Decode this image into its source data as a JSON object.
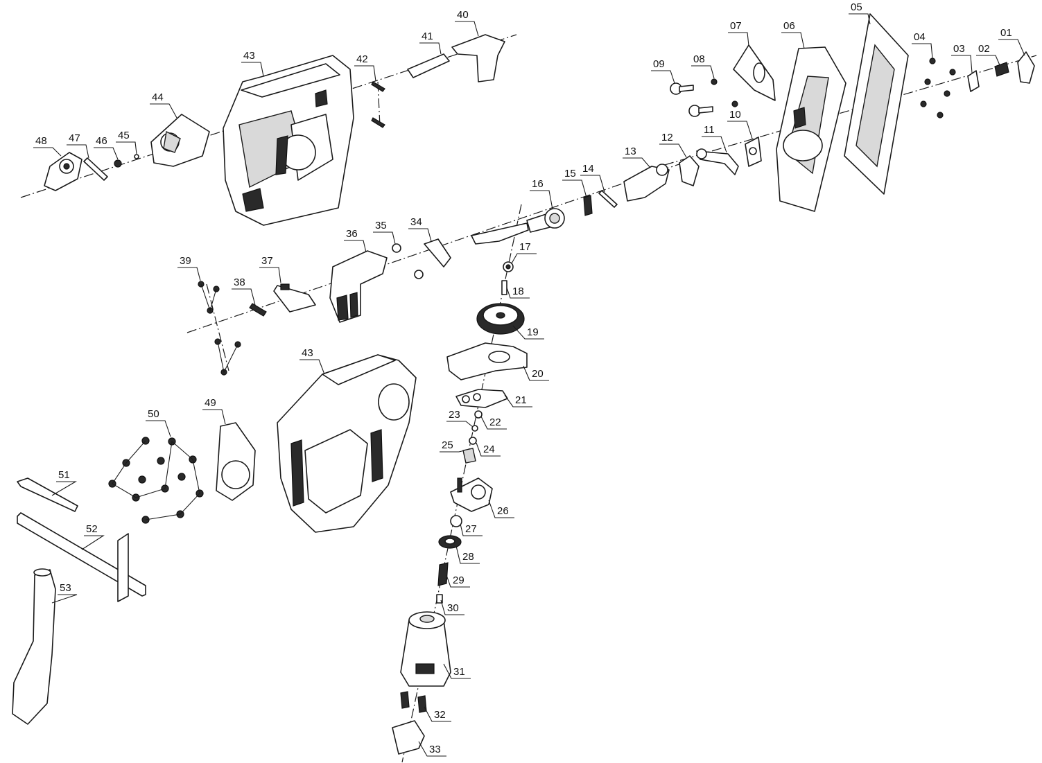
{
  "diagram": {
    "parts": [
      {
        "id": "p01",
        "label": "01"
      },
      {
        "id": "p02",
        "label": "02"
      },
      {
        "id": "p03",
        "label": "03"
      },
      {
        "id": "p04",
        "label": "04"
      },
      {
        "id": "p05",
        "label": "05"
      },
      {
        "id": "p06",
        "label": "06"
      },
      {
        "id": "p07",
        "label": "07"
      },
      {
        "id": "p08",
        "label": "08"
      },
      {
        "id": "p09",
        "label": "09"
      },
      {
        "id": "p10",
        "label": "10"
      },
      {
        "id": "p11",
        "label": "11"
      },
      {
        "id": "p12",
        "label": "12"
      },
      {
        "id": "p13",
        "label": "13"
      },
      {
        "id": "p14",
        "label": "14"
      },
      {
        "id": "p15",
        "label": "15"
      },
      {
        "id": "p16",
        "label": "16"
      },
      {
        "id": "p17",
        "label": "17"
      },
      {
        "id": "p18",
        "label": "18"
      },
      {
        "id": "p19",
        "label": "19"
      },
      {
        "id": "p20",
        "label": "20"
      },
      {
        "id": "p21",
        "label": "21"
      },
      {
        "id": "p22",
        "label": "22"
      },
      {
        "id": "p23",
        "label": "23"
      },
      {
        "id": "p24",
        "label": "24"
      },
      {
        "id": "p25",
        "label": "25"
      },
      {
        "id": "p26",
        "label": "26"
      },
      {
        "id": "p27",
        "label": "27"
      },
      {
        "id": "p28",
        "label": "28"
      },
      {
        "id": "p29",
        "label": "29"
      },
      {
        "id": "p30",
        "label": "30"
      },
      {
        "id": "p31",
        "label": "31"
      },
      {
        "id": "p32",
        "label": "32"
      },
      {
        "id": "p33",
        "label": "33"
      },
      {
        "id": "p34",
        "label": "34"
      },
      {
        "id": "p35",
        "label": "35"
      },
      {
        "id": "p36",
        "label": "36"
      },
      {
        "id": "p37",
        "label": "37"
      },
      {
        "id": "p38",
        "label": "38"
      },
      {
        "id": "p39",
        "label": "39"
      },
      {
        "id": "p40",
        "label": "40"
      },
      {
        "id": "p41",
        "label": "41"
      },
      {
        "id": "p42",
        "label": "42"
      },
      {
        "id": "p43a",
        "label": "43"
      },
      {
        "id": "p43b",
        "label": "43"
      },
      {
        "id": "p44",
        "label": "44"
      },
      {
        "id": "p45",
        "label": "45"
      },
      {
        "id": "p46",
        "label": "46"
      },
      {
        "id": "p47",
        "label": "47"
      },
      {
        "id": "p48",
        "label": "48"
      },
      {
        "id": "p49",
        "label": "49"
      },
      {
        "id": "p50",
        "label": "50"
      },
      {
        "id": "p51",
        "label": "51"
      },
      {
        "id": "p52",
        "label": "52"
      },
      {
        "id": "p53",
        "label": "53"
      }
    ]
  }
}
